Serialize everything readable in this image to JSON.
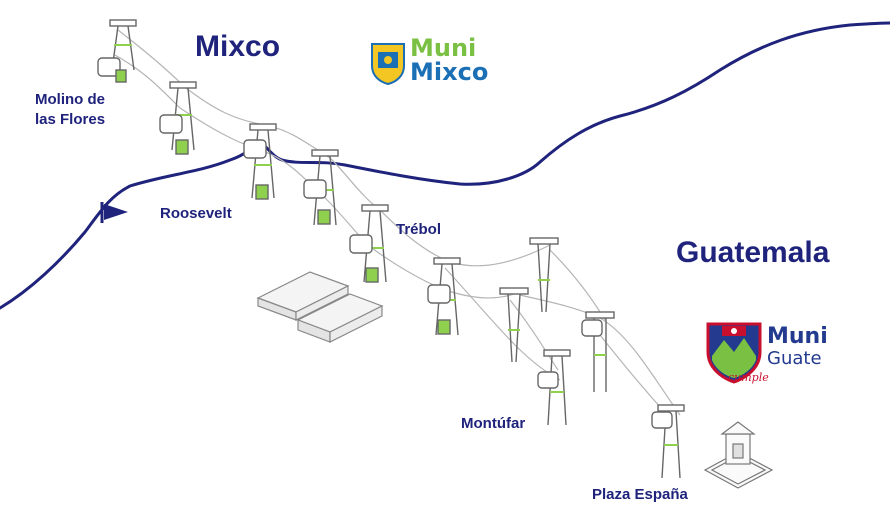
{
  "regions": {
    "mixco": "Mixco",
    "guatemala": "Guatemala"
  },
  "stations": {
    "molino_line1": "Molino de",
    "molino_line2": "las Flores",
    "roosevelt": "Roosevelt",
    "trebol": "Trébol",
    "montufar": "Montúfar",
    "plaza_espana": "Plaza España"
  },
  "logos": {
    "muni_mixco": {
      "line1": "Muni",
      "line2": "Mixco"
    },
    "muni_guate": {
      "line1": "Muni",
      "line2": "Guate",
      "tagline": "cumple"
    }
  },
  "colors": {
    "border_line": "#1f237c",
    "label_text": "#1f237c",
    "cable": "#b5b5b5",
    "tower_stroke": "#666666",
    "tower_accent": "#8fd14f",
    "mixco_green": "#7ac043",
    "mixco_blue": "#1a6fb5",
    "guate_red": "#c8102e",
    "guate_blue": "#233a8f"
  }
}
